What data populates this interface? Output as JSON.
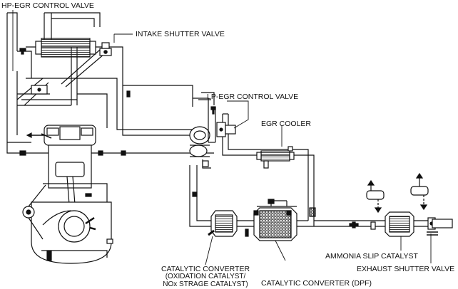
{
  "labels": {
    "hp_egr_control_valve": "HP-EGR CONTROL VALVE",
    "intake_shutter_valve": "INTAKE SHUTTER VALVE",
    "lp_egr_control_valve": "LP-EGR CONTROL VALVE",
    "egr_cooler": "EGR COOLER",
    "ammonia_slip_catalyst": "AMMONIA SLIP CATALYST",
    "exhaust_shutter_valve": "EXHAUST SHUTTER VALVE",
    "catalytic_converter_ox_line1": "CATALYTIC CONVERTER",
    "catalytic_converter_ox_line2": "(OXIDATION CATALYST/",
    "catalytic_converter_ox_line3": "NOx STRAGE CATALYST)",
    "catalytic_converter_dpf": "CATALYTIC CONVERTER (DPF)"
  },
  "colors": {
    "line": "#111111",
    "fill": "#ffffff",
    "hatch": "#333333"
  }
}
